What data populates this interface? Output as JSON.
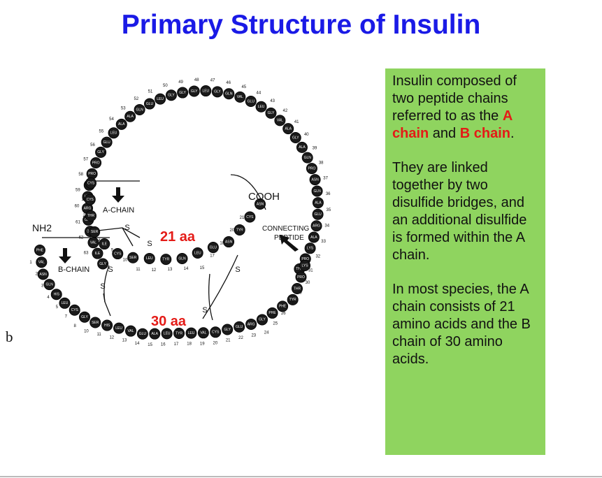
{
  "slide": {
    "title": "Primary Structure of Insulin",
    "figure_label": "b"
  },
  "diagram": {
    "nh2": "NH2",
    "cooh": "COOH",
    "a_chain_label": "A-CHAIN",
    "b_chain_label": "B-CHAIN",
    "connecting_label_1": "CONNECTING",
    "connecting_label_2": "PEPTIDE",
    "a_count": "21 aa",
    "b_count": "30 aa",
    "disulfide_symbol": "S",
    "loop_residues": [
      "GLY",
      "ILE",
      "VAL",
      "GLU",
      "GLN",
      "ARG",
      "LYS",
      "GLN",
      "PRO",
      "PRO",
      "GLY",
      "GLU",
      "LEU",
      "ALA",
      "ALA",
      "GLN",
      "GLU",
      "LEU",
      "GLY",
      "GLY",
      "GLY",
      "LEU",
      "GLY",
      "GLN",
      "VAL",
      "GLU",
      "LEU",
      "GLY",
      "VAL",
      "ALA",
      "GLY",
      "ALA",
      "GLN",
      "PRO",
      "ASN",
      "GLN",
      "ALA",
      "GLU",
      "ARG",
      "ALA",
      "LYS",
      "PRO",
      "THR"
    ],
    "a_residues": [
      "CYS",
      "CYS",
      "THR",
      "SER",
      "ILE",
      "CYS",
      "SER",
      "LEU",
      "TYR",
      "GLN",
      "LEU",
      "GLU",
      "ASN",
      "TYR",
      "CYS",
      "ASN"
    ],
    "b_residues": [
      "PHE",
      "VAL",
      "ASN",
      "GLN",
      "HIS",
      "LEU",
      "CYS",
      "GLY",
      "SER",
      "HIS",
      "LEU",
      "VAL",
      "GLU",
      "ALA",
      "LEU",
      "TYR",
      "LEU",
      "VAL",
      "CYS",
      "GLY",
      "GLU",
      "ARG",
      "GLY",
      "PHE",
      "PHE",
      "TYR",
      "THR",
      "PRO",
      "LYS"
    ],
    "loop_numbers": [
      "63",
      "62",
      "61",
      "60",
      "59",
      "58",
      "57",
      "56",
      "55",
      "54",
      "53",
      "52",
      "51",
      "50",
      "49",
      "48",
      "47",
      "46",
      "45",
      "44",
      "43",
      "42",
      "41",
      "40",
      "39",
      "38",
      "37",
      "36",
      "35",
      "34",
      "33",
      "32",
      "31"
    ],
    "a_numbers": [
      "1",
      "2",
      "3",
      "4",
      "5",
      "10",
      "11",
      "12",
      "13",
      "14",
      "15",
      "17",
      "18",
      "20",
      "21"
    ],
    "b_numbers": [
      "1",
      "2",
      "3",
      "4",
      "5",
      "7",
      "8",
      "10",
      "11",
      "12",
      "13",
      "14",
      "15",
      "16",
      "17",
      "18",
      "19",
      "20",
      "21",
      "22",
      "23",
      "24",
      "25",
      "26",
      "27",
      "29",
      "30"
    ]
  },
  "info": {
    "p1_text1": "Insulin composed of two peptide chains referred to as the ",
    "p1_a": "A chain",
    "p1_text2": " and ",
    "p1_b": "B chain",
    "p1_text3": ".",
    "p2": "They are linked together by two disulfide bridges, and an additional disulfide is formed within the A chain.",
    "p3": "In most species, the A chain consists of 21 amino acids and the B chain of 30 amino acids."
  },
  "colors": {
    "title": "#1a1ae6",
    "box_bg": "#8fd45f",
    "highlight": "#e41b17",
    "residue_fill": "#1a1a1a",
    "residue_text": "#ffffff"
  }
}
